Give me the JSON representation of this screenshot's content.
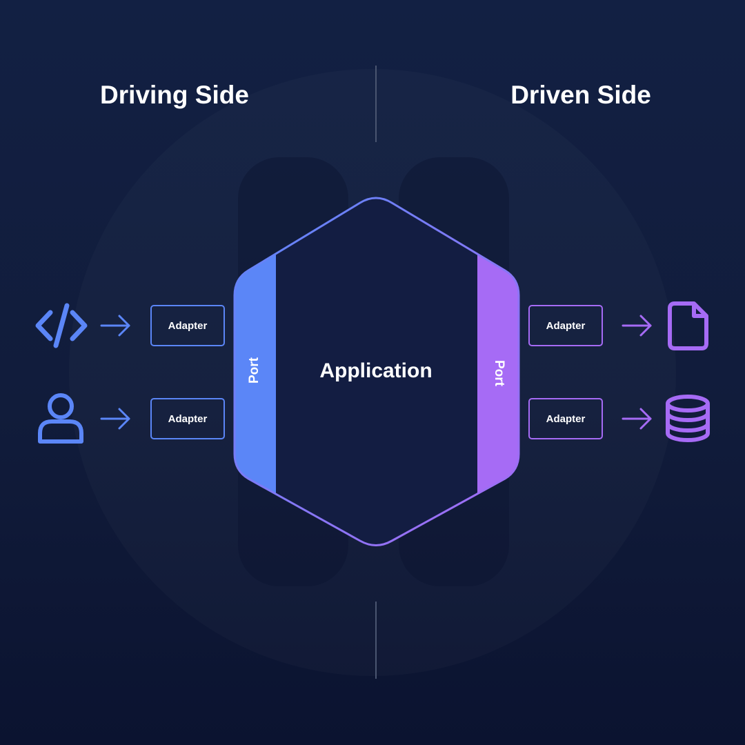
{
  "headings": {
    "driving": "Driving Side",
    "driven": "Driven Side"
  },
  "center": {
    "label": "Application"
  },
  "ports": {
    "driving": "Port",
    "driven": "Port"
  },
  "adapters": {
    "driving": [
      "Adapter",
      "Adapter"
    ],
    "driven": [
      "Adapter",
      "Adapter"
    ]
  },
  "icons": {
    "driving": [
      "code-icon",
      "user-icon"
    ],
    "driven": [
      "file-icon",
      "database-icon"
    ]
  },
  "colors": {
    "background": "#122043",
    "driving_accent": "#5b86f7",
    "driven_accent": "#a66bf5",
    "text": "#ffffff",
    "divider": "#4a5570"
  }
}
